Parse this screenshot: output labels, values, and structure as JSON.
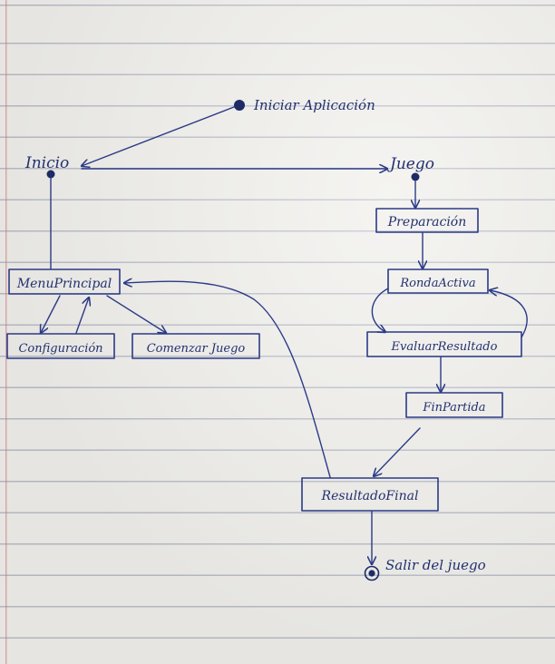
{
  "labels": {
    "start_label": "Iniciar Aplicación",
    "inicio": "Inicio",
    "juego": "Juego",
    "preparacion": "Preparación",
    "ronda_activa": "RondaActiva",
    "menu_principal": "MenuPrincipal",
    "configuracion": "Configuración",
    "comenzar_juego": "Comenzar Juego",
    "evaluar_resultado": "EvaluarResultado",
    "fin_partida": "FinPartida",
    "resultado_final": "ResultadoFinal",
    "salir": "Salir del juego"
  },
  "colors": {
    "ink": "#23306f",
    "paper": "#efeeea",
    "rule_line": "#b9bcc6",
    "margin_line": "#d67882"
  }
}
